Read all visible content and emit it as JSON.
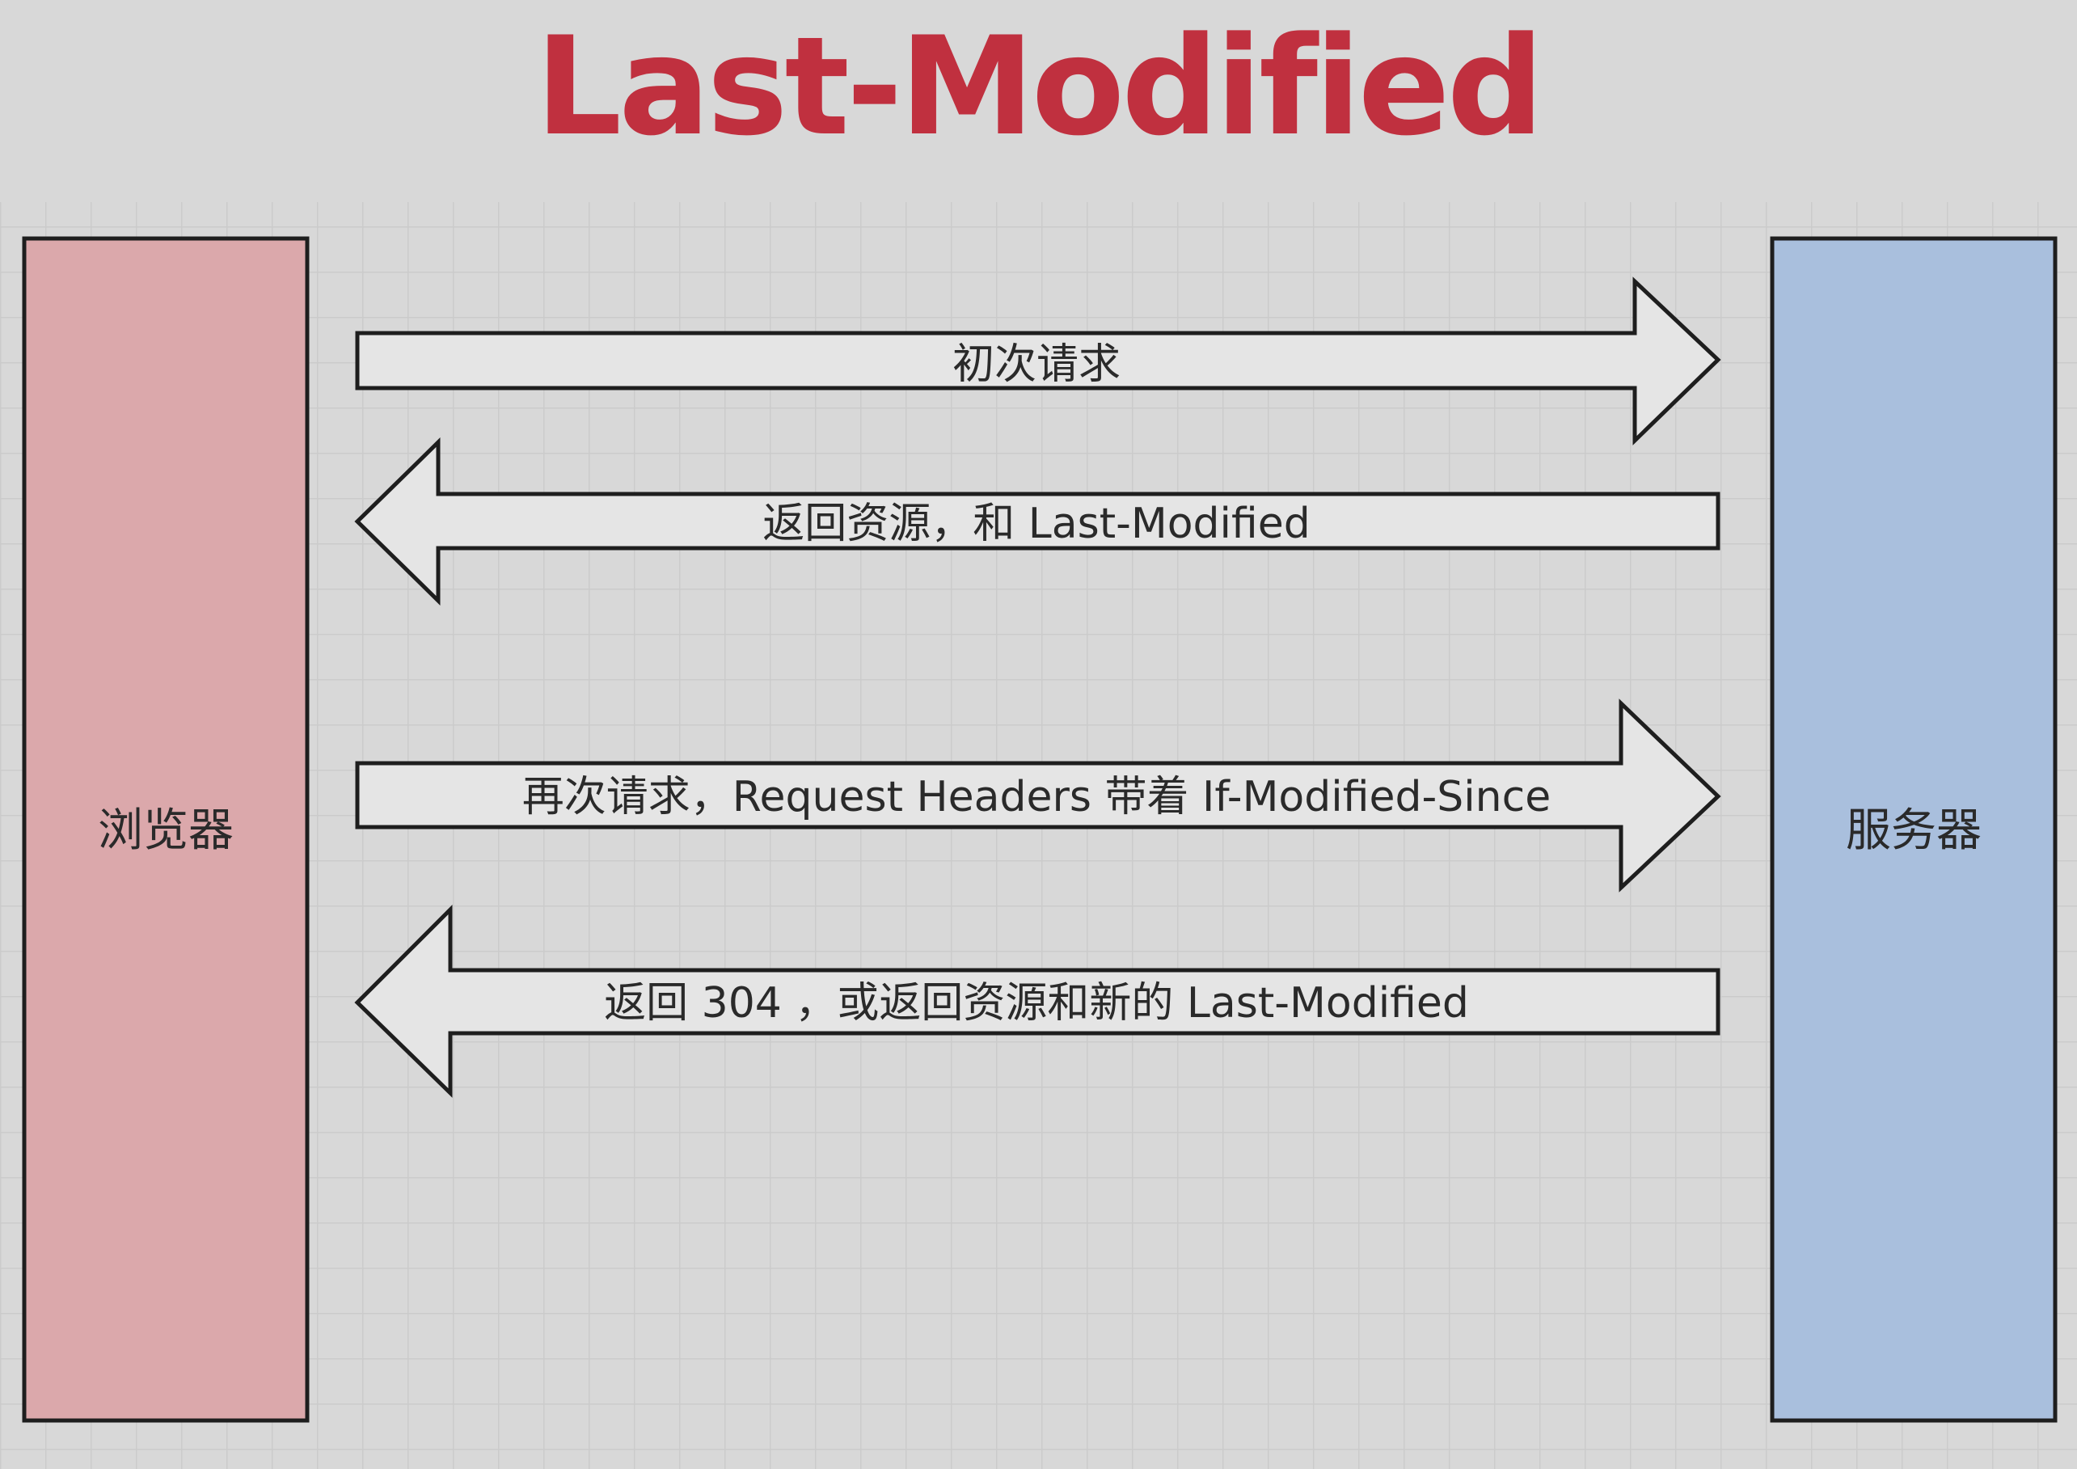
{
  "title": "Last-Modified",
  "colors": {
    "title": "#c0303f",
    "browser_fill": "#dba8ab",
    "server_fill": "#a9bfdd",
    "arrow_fill": "#e5e5e5",
    "stroke": "#1e1e1e",
    "background": "#d8d8d8",
    "grid": "#cacaca"
  },
  "actors": {
    "browser": "浏览器",
    "server": "服务器"
  },
  "messages": [
    {
      "direction": "to-server",
      "label": "初次请求"
    },
    {
      "direction": "to-browser",
      "label": "返回资源，和 Last-Modified"
    },
    {
      "direction": "to-server",
      "label": "再次请求，Request Headers 带着 If-Modified-Since"
    },
    {
      "direction": "to-browser",
      "label": "返回 304 ，或返回资源和新的 Last-Modified"
    }
  ]
}
